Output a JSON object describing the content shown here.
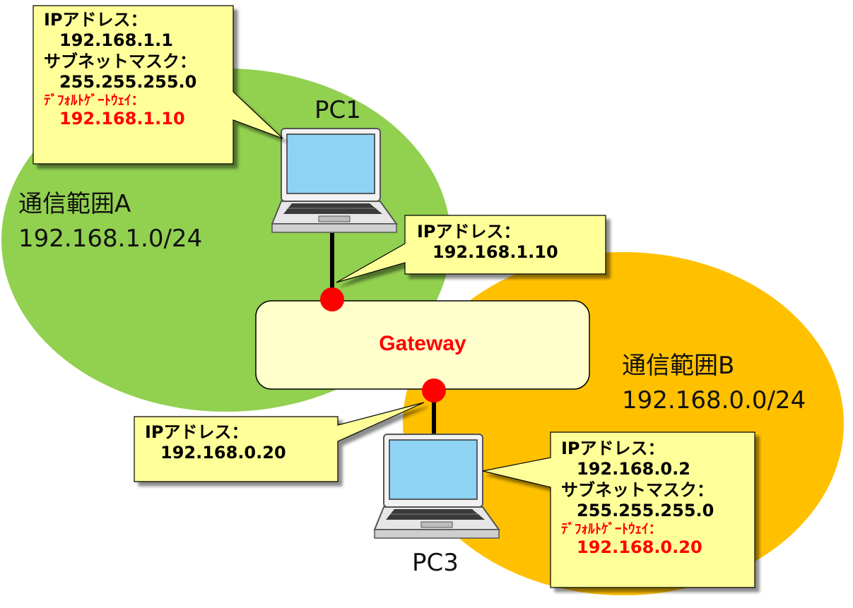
{
  "zones": {
    "a": {
      "name": "通信範囲A",
      "network": "192.168.1.0/24",
      "color": "#92d050"
    },
    "b": {
      "name": "通信範囲B",
      "network": "192.168.0.0/24",
      "color": "#ffc000"
    }
  },
  "gateway": {
    "label": "Gateway",
    "label_color": "#ff0000",
    "fill": "#ffffcc",
    "port_color": "#ff0000"
  },
  "pcs": {
    "pc1": {
      "label": "PC1"
    },
    "pc3": {
      "label": "PC3"
    }
  },
  "callouts": {
    "pc1": {
      "ip_label": "IPアドレス：",
      "ip": "192.168.1.1",
      "mask_label": "サブネットマスク：",
      "mask": "255.255.255.0",
      "gw_label": "ﾃﾞﾌｫﾙﾄｹﾞｰﾄｳｪｲ：",
      "gw": "192.168.1.10"
    },
    "gw_port_a": {
      "ip_label": "IPアドレス：",
      "ip": "192.168.1.10"
    },
    "gw_port_b": {
      "ip_label": "IPアドレス：",
      "ip": "192.168.0.20"
    },
    "pc3": {
      "ip_label": "IPアドレス：",
      "ip": "192.168.0.2",
      "mask_label": "サブネットマスク：",
      "mask": "255.255.255.0",
      "gw_label": "ﾃﾞﾌｫﾙﾄｹﾞｰﾄｳｪｲ：",
      "gw": "192.168.0.20"
    }
  },
  "colors": {
    "callout_fill": "#ffff99",
    "highlight_text": "#ff0000",
    "screen": "#8fd3f4"
  }
}
